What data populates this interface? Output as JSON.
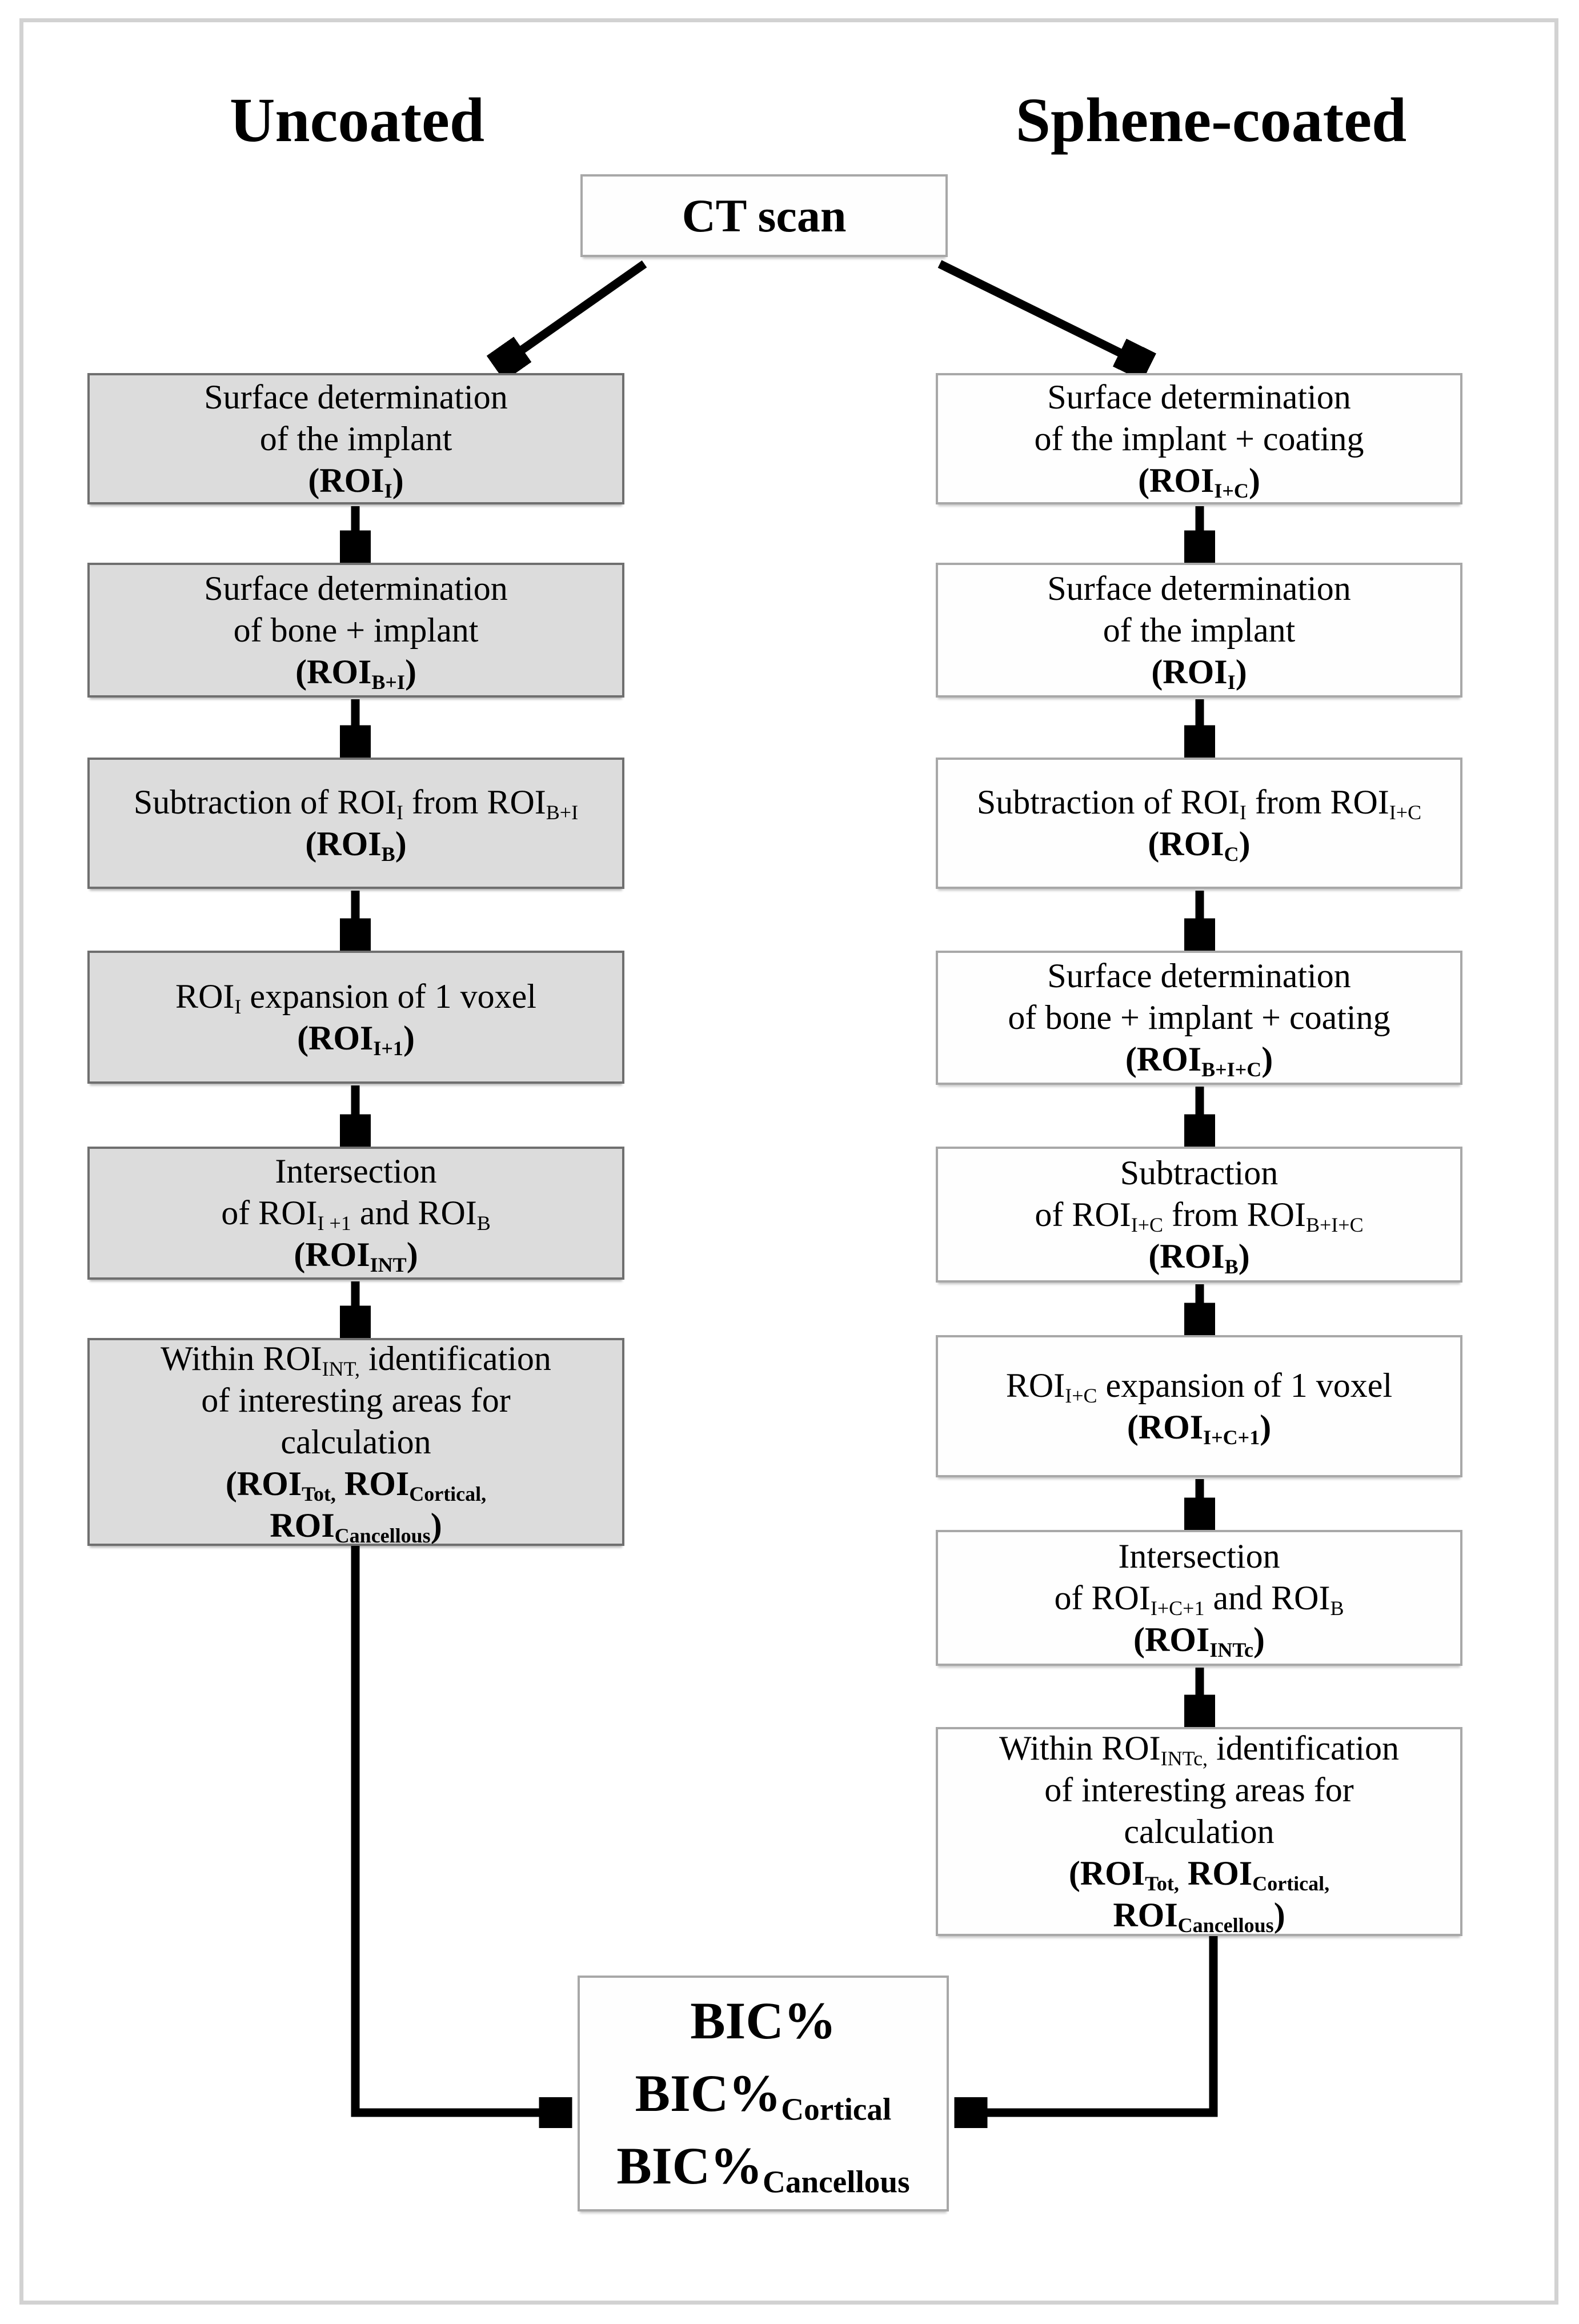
{
  "figure": {
    "left_header": "Uncoated",
    "right_header": "Sphene-coated"
  },
  "colors": {
    "background": "#ffffff",
    "frame_border": "#d2d2d2",
    "uncoated_box_fill": "#dcdcdc",
    "uncoated_box_border": "#6f6f6f",
    "coated_box_fill": "#fefefe",
    "coated_box_border": "#a8a8a8",
    "arrow": "#000000",
    "text": "#000000"
  },
  "ct_box": {
    "lines": [
      [
        {
          "t": "CT scan",
          "b": true
        }
      ]
    ]
  },
  "left_column": {
    "boxes": [
      {
        "lines": [
          [
            {
              "t": "Surface determination"
            }
          ],
          [
            {
              "t": "of the implant"
            }
          ],
          [
            {
              "t": "(ROI",
              "b": true
            },
            {
              "t": "I",
              "sub": true,
              "b": true
            },
            {
              "t": ")",
              "b": true
            }
          ]
        ]
      },
      {
        "lines": [
          [
            {
              "t": "Surface determination"
            }
          ],
          [
            {
              "t": "of bone + implant"
            }
          ],
          [
            {
              "t": "(ROI",
              "b": true
            },
            {
              "t": "B+I",
              "sub": true,
              "b": true
            },
            {
              "t": ")",
              "b": true
            }
          ]
        ]
      },
      {
        "lines": [
          [
            {
              "t": "Subtraction of ROI"
            },
            {
              "t": "I",
              "sub": true
            },
            {
              "t": " from ROI"
            },
            {
              "t": "B+I",
              "sub": true
            }
          ],
          [
            {
              "t": "(ROI",
              "b": true
            },
            {
              "t": "B",
              "sub": true,
              "b": true
            },
            {
              "t": ")",
              "b": true
            }
          ]
        ]
      },
      {
        "lines": [
          [
            {
              "t": "ROI"
            },
            {
              "t": "I",
              "sub": true
            },
            {
              "t": " expansion of 1 voxel"
            }
          ],
          [
            {
              "t": "(ROI",
              "b": true
            },
            {
              "t": "I+1",
              "sub": true,
              "b": true
            },
            {
              "t": ")",
              "b": true
            }
          ]
        ]
      },
      {
        "lines": [
          [
            {
              "t": "Intersection"
            }
          ],
          [
            {
              "t": "of ROI"
            },
            {
              "t": "I +1",
              "sub": true
            },
            {
              "t": " and ROI"
            },
            {
              "t": "B",
              "sub": true
            }
          ],
          [
            {
              "t": "(ROI",
              "b": true
            },
            {
              "t": "INT",
              "sub": true,
              "b": true
            },
            {
              "t": ")",
              "b": true
            }
          ]
        ]
      },
      {
        "lines": [
          [
            {
              "t": "Within ROI"
            },
            {
              "t": "INT,",
              "sub": true
            },
            {
              "t": " identification"
            }
          ],
          [
            {
              "t": "of interesting areas for"
            }
          ],
          [
            {
              "t": "calculation"
            }
          ],
          [
            {
              "t": "(ROI",
              "b": true
            },
            {
              "t": "Tot,",
              "sub": true,
              "b": true
            },
            {
              "t": " ROI",
              "b": true
            },
            {
              "t": "Cortical,",
              "sub": true,
              "b": true
            }
          ],
          [
            {
              "t": "ROI",
              "b": true
            },
            {
              "t": "Cancellous",
              "sub": true,
              "b": true
            },
            {
              "t": ")",
              "b": true
            }
          ]
        ]
      }
    ]
  },
  "right_column": {
    "boxes": [
      {
        "lines": [
          [
            {
              "t": "Surface determination"
            }
          ],
          [
            {
              "t": "of the implant + coating"
            }
          ],
          [
            {
              "t": "(ROI",
              "b": true
            },
            {
              "t": "I+C",
              "sub": true,
              "b": true
            },
            {
              "t": ")",
              "b": true
            }
          ]
        ]
      },
      {
        "lines": [
          [
            {
              "t": "Surface determination"
            }
          ],
          [
            {
              "t": "of the implant"
            }
          ],
          [
            {
              "t": "(ROI",
              "b": true
            },
            {
              "t": "I",
              "sub": true,
              "b": true
            },
            {
              "t": ")",
              "b": true
            }
          ]
        ]
      },
      {
        "lines": [
          [
            {
              "t": "Subtraction of ROI"
            },
            {
              "t": "I",
              "sub": true
            },
            {
              "t": " from ROI"
            },
            {
              "t": "I+C",
              "sub": true
            }
          ],
          [
            {
              "t": "(ROI",
              "b": true
            },
            {
              "t": "C",
              "sub": true,
              "b": true
            },
            {
              "t": ")",
              "b": true
            }
          ]
        ]
      },
      {
        "lines": [
          [
            {
              "t": "Surface determination"
            }
          ],
          [
            {
              "t": "of bone + implant + coating"
            }
          ],
          [
            {
              "t": "(ROI",
              "b": true
            },
            {
              "t": "B+I+C",
              "sub": true,
              "b": true
            },
            {
              "t": ")",
              "b": true
            }
          ]
        ]
      },
      {
        "lines": [
          [
            {
              "t": "Subtraction"
            }
          ],
          [
            {
              "t": "of ROI"
            },
            {
              "t": "I+C",
              "sub": true
            },
            {
              "t": " from ROI"
            },
            {
              "t": "B+I+C",
              "sub": true
            }
          ],
          [
            {
              "t": "(ROI",
              "b": true
            },
            {
              "t": "B",
              "sub": true,
              "b": true
            },
            {
              "t": ")",
              "b": true
            }
          ]
        ]
      },
      {
        "lines": [
          [
            {
              "t": "ROI"
            },
            {
              "t": "I+C",
              "sub": true
            },
            {
              "t": " expansion of 1 voxel"
            }
          ],
          [
            {
              "t": "(ROI",
              "b": true
            },
            {
              "t": "I+C+1",
              "sub": true,
              "b": true
            },
            {
              "t": ")",
              "b": true
            }
          ]
        ]
      },
      {
        "lines": [
          [
            {
              "t": "Intersection"
            }
          ],
          [
            {
              "t": "of ROI"
            },
            {
              "t": "I+C+1",
              "sub": true
            },
            {
              "t": " and ROI"
            },
            {
              "t": "B",
              "sub": true
            }
          ],
          [
            {
              "t": "(ROI",
              "b": true
            },
            {
              "t": "INTc",
              "sub": true,
              "b": true
            },
            {
              "t": ")",
              "b": true
            }
          ]
        ]
      },
      {
        "lines": [
          [
            {
              "t": "Within ROI"
            },
            {
              "t": "INTc,",
              "sub": true
            },
            {
              "t": " identification"
            }
          ],
          [
            {
              "t": "of interesting areas for"
            }
          ],
          [
            {
              "t": "calculation"
            }
          ],
          [
            {
              "t": "(ROI",
              "b": true
            },
            {
              "t": "Tot,",
              "sub": true,
              "b": true
            },
            {
              "t": " ROI",
              "b": true
            },
            {
              "t": "Cortical,",
              "sub": true,
              "b": true
            }
          ],
          [
            {
              "t": "ROI",
              "b": true
            },
            {
              "t": "Cancellous",
              "sub": true,
              "b": true
            },
            {
              "t": ")",
              "b": true
            }
          ]
        ]
      }
    ]
  },
  "result_box": {
    "lines": [
      [
        {
          "t": "BIC%",
          "b": true
        }
      ],
      [
        {
          "t": "BIC%",
          "b": true
        },
        {
          "t": "Cortical",
          "sub": true,
          "b": true
        }
      ],
      [
        {
          "t": "BIC%",
          "b": true
        },
        {
          "t": "Cancellous",
          "sub": true,
          "b": true
        }
      ]
    ]
  }
}
